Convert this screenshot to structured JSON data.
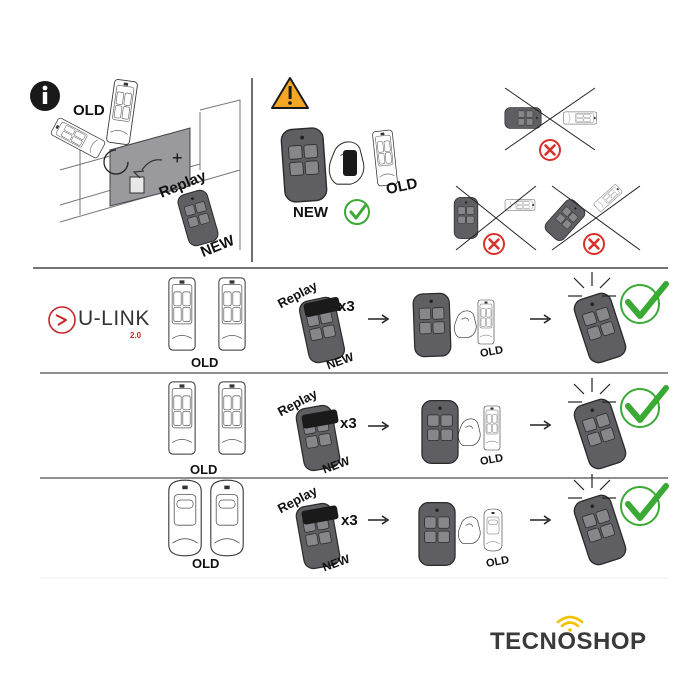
{
  "labels": {
    "old": "OLD",
    "new": "NEW",
    "replay": "Replay",
    "x3": "x3",
    "plus": "+",
    "arrow": "→"
  },
  "ulink": {
    "name": "U-LINK",
    "version": "2.0"
  },
  "brand": {
    "text_before": "TECN",
    "text_o": "O",
    "text_after": "SHOP"
  },
  "colors": {
    "check": "#3aa935",
    "cross": "#d9302b",
    "warning": "#f5a623",
    "remote_dark": "#5f5f63",
    "brand_wifi": "#f2c200",
    "ulink_red": "#c8262b"
  },
  "icons": {
    "info": "info-icon",
    "warning": "warning-icon",
    "check": "check-icon",
    "cross": "cross-icon"
  }
}
